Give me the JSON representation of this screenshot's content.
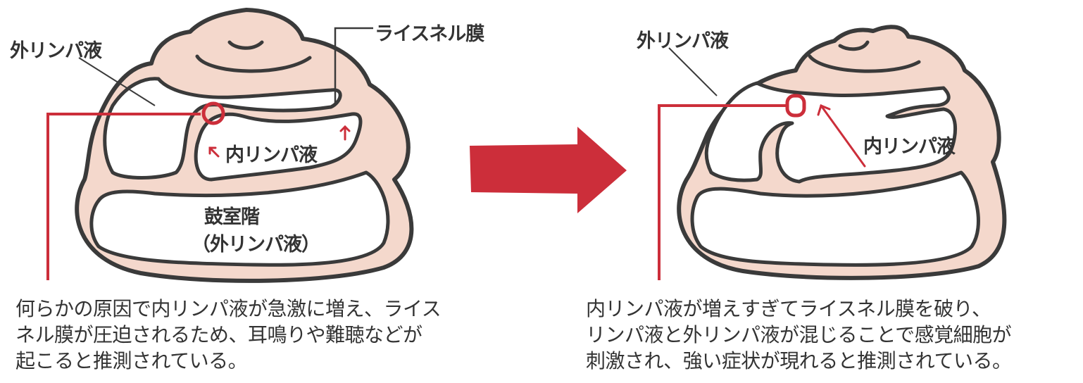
{
  "colors": {
    "tissue_fill": "#f4d8cc",
    "outline": "#3a3a3a",
    "accent_red": "#cc2e3a",
    "text": "#333333",
    "background": "#ffffff"
  },
  "left_panel": {
    "labels": {
      "perilymph": "外リンパ液",
      "reissner_membrane": "ライスネル膜",
      "endolymph": "内リンパ液",
      "scala_tympani": "鼓室階",
      "scala_tympani_sub": "（外リンパ液）"
    },
    "caption_lines": [
      "何らかの原因で内リンパ液が急激に増え、ライス",
      "ネル膜が圧迫されるため、耳鳴りや難聴などが",
      "起こると推測されている。"
    ]
  },
  "transition_arrow": {
    "icon": "right-arrow-icon",
    "color": "#cc2e3a"
  },
  "right_panel": {
    "labels": {
      "perilymph": "外リンパ液",
      "endolymph": "内リンパ液"
    },
    "caption_lines": [
      "内リンパ液が増えすぎてライスネル膜を破り、",
      "リンパ液と外リンパ液が混じることで感覚細胞が",
      "刺激され、強い症状が現れると推測されている。"
    ]
  }
}
